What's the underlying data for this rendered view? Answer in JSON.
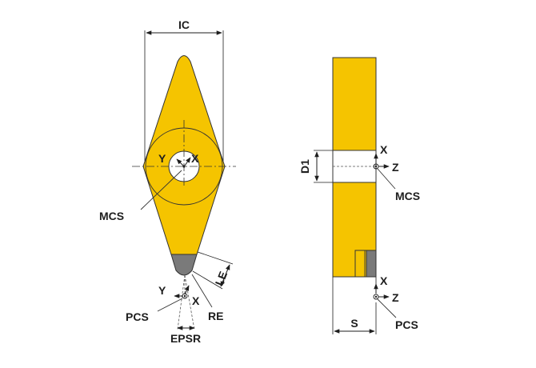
{
  "colors": {
    "insert_body": "#f5c400",
    "cutting_tip": "#7a7a7a",
    "outline": "#333333",
    "line": "#1e1e1e"
  },
  "labels": {
    "ic": "IC",
    "y_front": "Y",
    "x_front": "X",
    "mcs_front": "MCS",
    "le": "LE",
    "y_tip": "Y",
    "x_tip": "X",
    "pcs_front": "PCS",
    "re": "RE",
    "epsr": "EPSR",
    "d1": "D1",
    "x_side_top": "X",
    "z_side_top": "Z",
    "mcs_side": "MCS",
    "x_side_bottom": "X",
    "z_side_bottom": "Z",
    "pcs_side": "PCS",
    "s": "S"
  }
}
